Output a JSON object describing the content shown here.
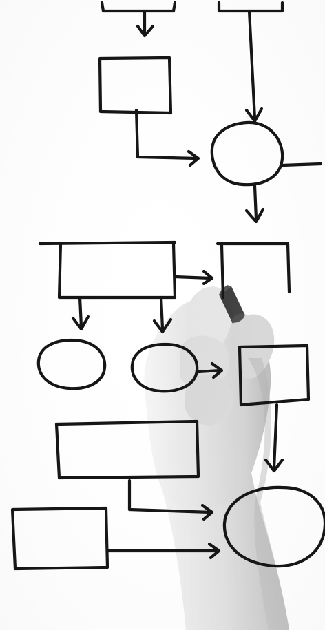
{
  "scene": {
    "background_color": "#ffffff",
    "ink_color": "#161616",
    "hand_tones": [
      "#f1f1f1",
      "#dcdcdc",
      "#c4c4c4",
      "#9e9e9e"
    ],
    "marker_color": "#1a1a1a"
  },
  "diagram": {
    "rectangle_count": 8,
    "ellipse_count": 4,
    "arrow_count": 12
  }
}
